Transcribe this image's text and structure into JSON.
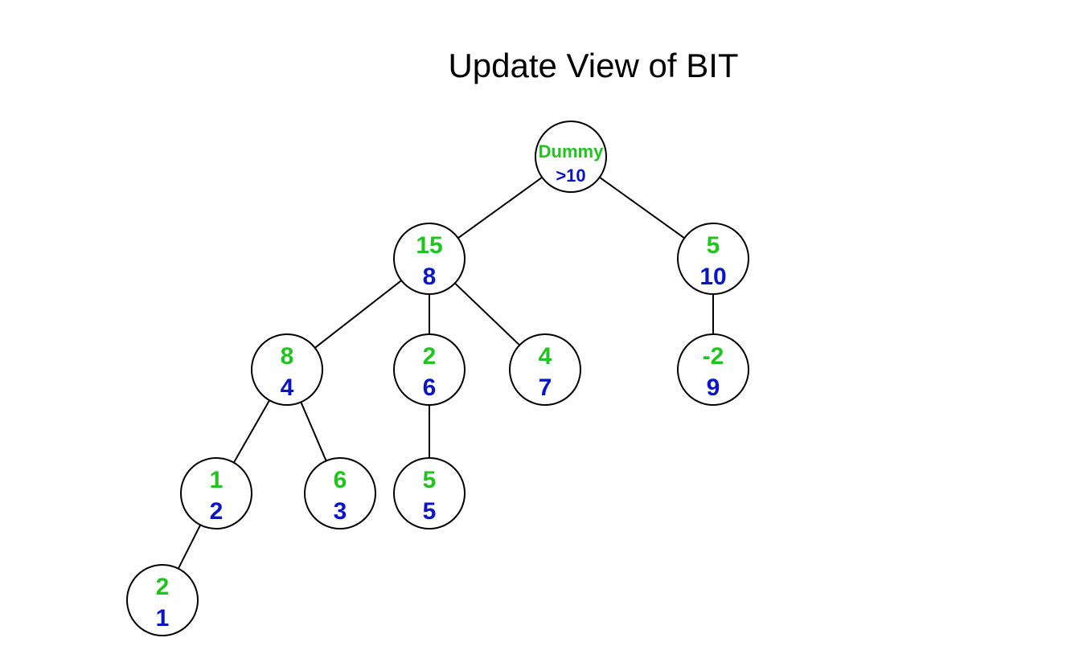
{
  "title": "Update View of BIT",
  "colors": {
    "value": "#1fc41f",
    "index": "#0a14c8",
    "edge": "#000000"
  },
  "nodes": [
    {
      "id": "root",
      "top": "Dummy",
      "bottom": ">10"
    },
    {
      "id": "n8",
      "top": "15",
      "bottom": "8"
    },
    {
      "id": "n10",
      "top": "5",
      "bottom": "10"
    },
    {
      "id": "n4",
      "top": "8",
      "bottom": "4"
    },
    {
      "id": "n6",
      "top": "2",
      "bottom": "6"
    },
    {
      "id": "n7",
      "top": "4",
      "bottom": "7"
    },
    {
      "id": "n9",
      "top": "-2",
      "bottom": "9"
    },
    {
      "id": "n2",
      "top": "1",
      "bottom": "2"
    },
    {
      "id": "n3",
      "top": "6",
      "bottom": "3"
    },
    {
      "id": "n5",
      "top": "5",
      "bottom": "5"
    },
    {
      "id": "n1",
      "top": "2",
      "bottom": "1"
    }
  ],
  "edges": [
    [
      "root",
      "n8"
    ],
    [
      "root",
      "n10"
    ],
    [
      "n8",
      "n4"
    ],
    [
      "n8",
      "n6"
    ],
    [
      "n8",
      "n7"
    ],
    [
      "n10",
      "n9"
    ],
    [
      "n4",
      "n2"
    ],
    [
      "n4",
      "n3"
    ],
    [
      "n6",
      "n5"
    ],
    [
      "n2",
      "n1"
    ]
  ]
}
